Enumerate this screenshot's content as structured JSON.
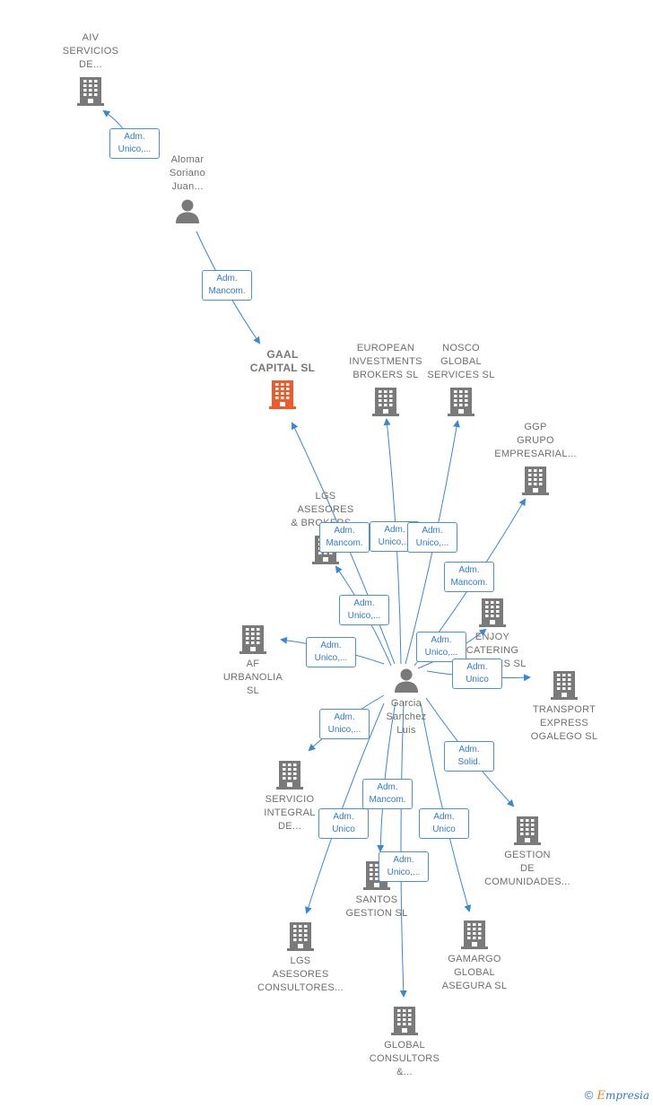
{
  "diagram": {
    "nodes": [
      {
        "id": "aiv",
        "type": "company",
        "label": "AIV\nSERVICIOS\nDE..."
      },
      {
        "id": "alomar",
        "type": "person",
        "label": "Alomar\nSoriano\nJuan..."
      },
      {
        "id": "gaal",
        "type": "company",
        "focus": true,
        "label": "GAAL\nCAPITAL  SL"
      },
      {
        "id": "european",
        "type": "company",
        "label": "EUROPEAN\nINVESTMENTS\nBROKERS  SL"
      },
      {
        "id": "nosco",
        "type": "company",
        "label": "NOSCO\nGLOBAL\nSERVICES  SL"
      },
      {
        "id": "ggp",
        "type": "company",
        "label": "GGP\nGRUPO\nEMPRESARIAL..."
      },
      {
        "id": "lgsbrokers",
        "type": "company",
        "label": "LGS\nASESORES\n& BROKERS..."
      },
      {
        "id": "enjoy",
        "type": "company",
        "label": "ENJOY\nCATERING\nSERVICES SL"
      },
      {
        "id": "af",
        "type": "company",
        "label": "AF\nURBANOLIA\nSL"
      },
      {
        "id": "garcia",
        "type": "person",
        "label": "Garcia\nSanchez\nLuis"
      },
      {
        "id": "transport",
        "type": "company",
        "label": "TRANSPORT\nEXPRESS\nOGALEGO  SL"
      },
      {
        "id": "servicio",
        "type": "company",
        "label": "SERVICIO\nINTEGRAL\nDE..."
      },
      {
        "id": "gestion",
        "type": "company",
        "label": "GESTION\nDE\nCOMUNIDADES..."
      },
      {
        "id": "santos",
        "type": "company",
        "label": "SANTOS\nGESTION SL"
      },
      {
        "id": "lgsconsult",
        "type": "company",
        "label": "LGS\nASESORES\nCONSULTORES..."
      },
      {
        "id": "gamargo",
        "type": "company",
        "label": "GAMARGO\nGLOBAL\nASEGURA  SL"
      },
      {
        "id": "global",
        "type": "company",
        "label": "GLOBAL\nCONSULTORS\n&..."
      }
    ],
    "edges": [
      {
        "from": "alomar",
        "to": "aiv",
        "label": "Adm.\nUnico,..."
      },
      {
        "from": "alomar",
        "to": "gaal",
        "label": "Adm.\nMancom."
      },
      {
        "from": "garcia",
        "to": "gaal",
        "label": "Adm.\nMancom."
      },
      {
        "from": "garcia",
        "to": "european",
        "label": "Adm.\nUnico,..."
      },
      {
        "from": "garcia",
        "to": "nosco",
        "label": "Adm.\nUnico,..."
      },
      {
        "from": "garcia",
        "to": "ggp",
        "label": "Adm.\nMancom."
      },
      {
        "from": "garcia",
        "to": "lgsbrokers",
        "label": "Adm.\nUnico,..."
      },
      {
        "from": "garcia",
        "to": "enjoy",
        "label": "Adm.\nUnico,..."
      },
      {
        "from": "garcia",
        "to": "af",
        "label": "Adm.\nUnico,..."
      },
      {
        "from": "garcia",
        "to": "transport",
        "label": "Adm.\nUnico"
      },
      {
        "from": "garcia",
        "to": "servicio",
        "label": "Adm.\nUnico,..."
      },
      {
        "from": "garcia",
        "to": "gestion",
        "label": "Adm.\nSolid."
      },
      {
        "from": "garcia",
        "to": "santos",
        "label": "Adm.\nMancom."
      },
      {
        "from": "garcia",
        "to": "lgsconsult",
        "label": "Adm.\nUnico"
      },
      {
        "from": "garcia",
        "to": "gamargo",
        "label": "Adm.\nUnico"
      },
      {
        "from": "garcia",
        "to": "global",
        "label": "Adm.\nUnico,..."
      }
    ]
  },
  "colors": {
    "edge": "#3b86d8",
    "building": "#7a7a7a",
    "building_focus": "#f05a28",
    "person": "#7a7a7a"
  },
  "footer": {
    "copyright_symbol": "©",
    "brand_first": "E",
    "brand_rest": "mpresia"
  }
}
